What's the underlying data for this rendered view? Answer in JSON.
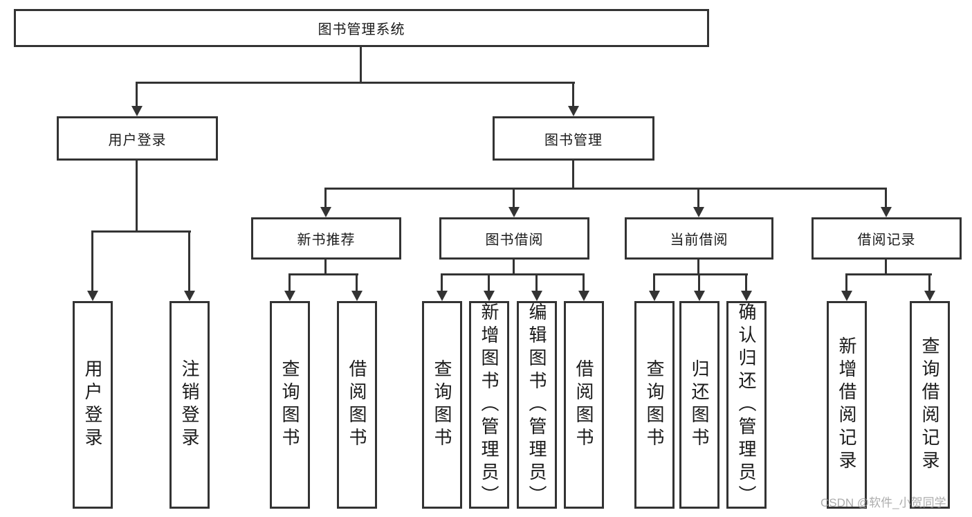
{
  "diagram": {
    "tree": {
      "label": "图书管理系统",
      "children": [
        {
          "label": "用户登录",
          "children": [
            {
              "label": "用户登录"
            },
            {
              "label": "注销登录"
            }
          ]
        },
        {
          "label": "图书管理",
          "children": [
            {
              "label": "新书推荐",
              "children": [
                {
                  "label": "查询图书"
                },
                {
                  "label": "借阅图书"
                }
              ]
            },
            {
              "label": "图书借阅",
              "children": [
                {
                  "label": "查询图书"
                },
                {
                  "label": "新增图书（管理员）"
                },
                {
                  "label": "编辑图书（管理员）"
                },
                {
                  "label": "借阅图书"
                }
              ]
            },
            {
              "label": "当前借阅",
              "children": [
                {
                  "label": "查询图书"
                },
                {
                  "label": "归还图书"
                },
                {
                  "label": "确认归还（管理员）"
                }
              ]
            },
            {
              "label": "借阅记录",
              "children": [
                {
                  "label": "新增借阅记录"
                },
                {
                  "label": "查询借阅记录"
                }
              ]
            }
          ]
        }
      ]
    },
    "colors": {
      "border": "#333333",
      "line": "#333333",
      "text": "#1a1a1a",
      "background": "#ffffff",
      "watermark": "#9e9e9e"
    }
  },
  "watermark": {
    "text": "CSDN @软件_小贺同学"
  }
}
